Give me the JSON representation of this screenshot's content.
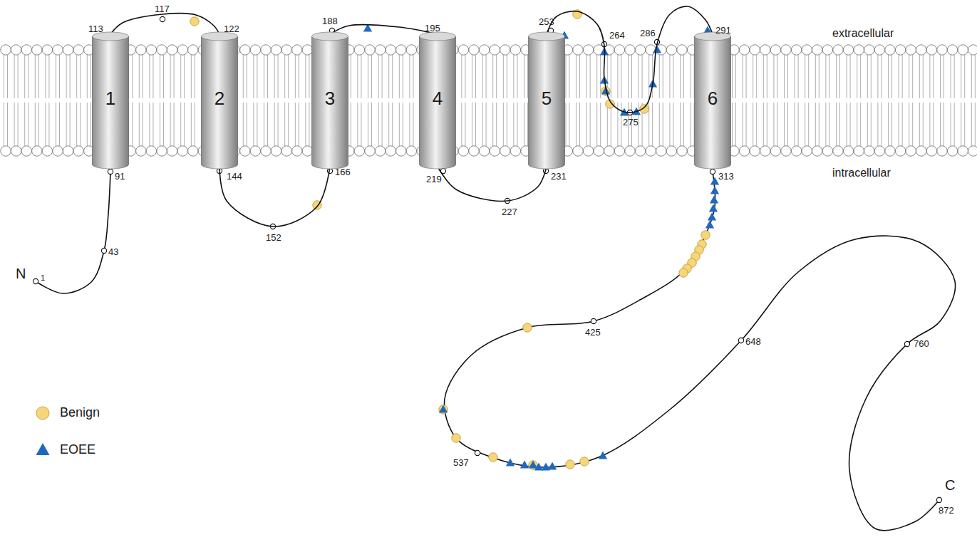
{
  "diagram": {
    "nodes": [
      {
        "text": [
          "1"
        ]
      },
      {
        "text": [
          "2"
        ]
      },
      {
        "text": [
          "3"
        ]
      },
      {
        "text": [
          "4"
        ]
      },
      {
        "text": [
          "5"
        ]
      },
      {
        "text": [
          "6"
        ]
      }
    ],
    "edges": [
      {
        "from": 0,
        "to": 1,
        "arrow": "none"
      },
      {
        "from": 1,
        "to": 2,
        "arrow": "none"
      },
      {
        "from": 2,
        "to": 3,
        "arrow": "none"
      },
      {
        "from": 3,
        "to": 4,
        "arrow": "none"
      },
      {
        "from": 4,
        "to": 5,
        "arrow": "none"
      }
    ],
    "labels": [
      "extracellular",
      "intracellular",
      "N",
      "1",
      "43",
      "91",
      "113",
      "117",
      "122",
      "144",
      "152",
      "166",
      "188",
      "195",
      "219",
      "227",
      "231",
      "253",
      "264",
      "275",
      "286",
      "291",
      "313",
      "425",
      "537",
      "648",
      "760",
      "C",
      "872"
    ],
    "legend": [
      {
        "text": "Benign"
      },
      {
        "text": "EOEE"
      }
    ]
  }
}
